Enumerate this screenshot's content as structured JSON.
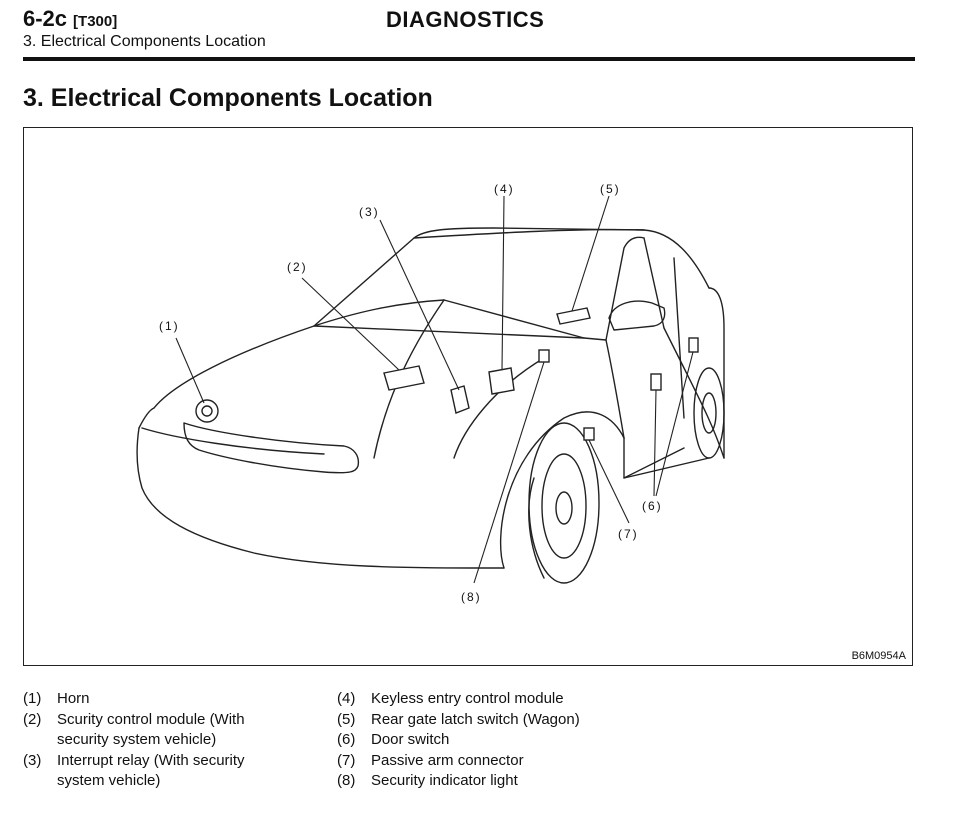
{
  "header": {
    "code": "6-2c",
    "tag": "[T300]",
    "subtitle": "3. Electrical Components Location",
    "title": "DIAGNOSTICS"
  },
  "section_title": "3. Electrical Components Location",
  "figure": {
    "code": "B6M0954A",
    "callouts": [
      "(1)",
      "(2)",
      "(3)",
      "(4)",
      "(5)",
      "(6)",
      "(7)",
      "(8)"
    ]
  },
  "legend": {
    "left": [
      {
        "num": "(1)",
        "text": "Horn"
      },
      {
        "num": "(2)",
        "text": "Scurity control module (With security system vehicle)"
      },
      {
        "num": "(3)",
        "text": "Interrupt relay (With security system vehicle)"
      }
    ],
    "right": [
      {
        "num": "(4)",
        "text": "Keyless entry control module"
      },
      {
        "num": "(5)",
        "text": "Rear gate latch switch (Wagon)"
      },
      {
        "num": "(6)",
        "text": "Door switch"
      },
      {
        "num": "(7)",
        "text": "Passive arm connector"
      },
      {
        "num": "(8)",
        "text": "Security indicator light"
      }
    ]
  }
}
